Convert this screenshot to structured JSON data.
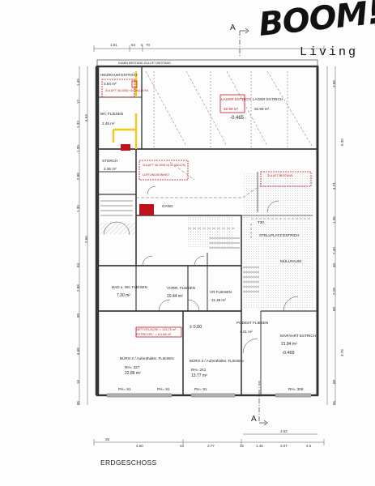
{
  "logo": {
    "main": "BOOM!",
    "sub": "Living"
  },
  "section_marks": [
    "A",
    "A"
  ],
  "floor_title": "ERDGESCHOSS",
  "colors": {
    "line": "#3a3a3a",
    "red": "#c0141c",
    "yellow": "#f2c81b",
    "hatch": "#9a9a9a",
    "green": "#2a8a3a"
  },
  "annotations": {
    "top_strip": "KAMIN BESTAND    ZULUFT BESTAND",
    "zuluft_1": "ZULUFT VA 2008 +2x DN125 Rd.",
    "zuluft_2": "ZULUFT VA 2008 ±6 l/s (20x125)",
    "zuluft_3": "ZULUFT BESTAND",
    "lueftung": "LÜFTUNGSEINHEIT"
  },
  "rooms": {
    "heizraum": {
      "name": "HEIZRAUM ESTRICH",
      "area": "3.84 m²"
    },
    "lager_left": {
      "name": "LAGER ESTRICH",
      "area": "32.99 m²"
    },
    "lager_right": {
      "name": "LAGER ESTRICH",
      "area": "32.99 m²"
    },
    "elevation_top": "-0.465",
    "wc_small": {
      "name": "WC FLIESEN",
      "area": "2.45 m²"
    },
    "storch": {
      "name": "STORCH",
      "area": "2.35 m²"
    },
    "gang": {
      "name": "GANG",
      "area": ""
    },
    "bad_wc": {
      "name": "BAD u. WC FLIESEN",
      "area": "7.30 m²"
    },
    "vorr": {
      "name": "VORR. FLIESEN",
      "area": "10.44 m²"
    },
    "ar": {
      "name": "AR FLIESEN",
      "area": "11.38 m²"
    },
    "podest": {
      "name": "PODEST FLIESEN",
      "area": "4.21 m²"
    },
    "stellplatz": {
      "name": "STELLPLATZ ESTRICH",
      "area": ""
    },
    "muellplatz": {
      "name": "MÜLLRAUM",
      "area": ""
    },
    "einfahrt": {
      "name": "EINFAHRT ESTRICH",
      "area": "21.84 m²",
      "elev": "-0.465"
    },
    "buero2": {
      "name": "BÜRO 2 / Aufenthaltsr. FLIESEN",
      "rh": "RH= 327",
      "area": "22.86 m²"
    },
    "buero3": {
      "name": "BÜRO 3 / Aufenthaltsr. FLIESEN",
      "rh": "RH= 241",
      "area": "13.77 m²"
    },
    "elev_mid": "± 0.00",
    "summary_1": "NETTOFLÄCHE = 125,75 m²",
    "summary_2": "ESTRICHFL. = 111,68 m²",
    "t30": "T30"
  },
  "dims_top": [
    "1.61",
    "64",
    "6",
    "70"
  ],
  "dims_bottom": [
    "4.60",
    "34",
    "2.77",
    "32",
    "1.45",
    "3.07",
    "4.5"
  ],
  "dims_bottom_small": [
    "26",
    "3.52"
  ],
  "dims_left": [
    "1.49",
    "12",
    "1.33",
    "1.30",
    "4.53",
    "2.88",
    "1.30",
    "2.66",
    "84",
    "2.88",
    "80",
    "4.68",
    "16",
    "85"
  ],
  "dims_right": [
    "3.88",
    "6.30",
    "4.21",
    "1.96",
    "2.40",
    "40",
    "2.28",
    "80",
    "3.78",
    "68",
    "85"
  ],
  "sill": {
    "a": "PH= 91",
    "b": "PH= 91",
    "c": "PH= 91",
    "d": "RH= 308"
  }
}
